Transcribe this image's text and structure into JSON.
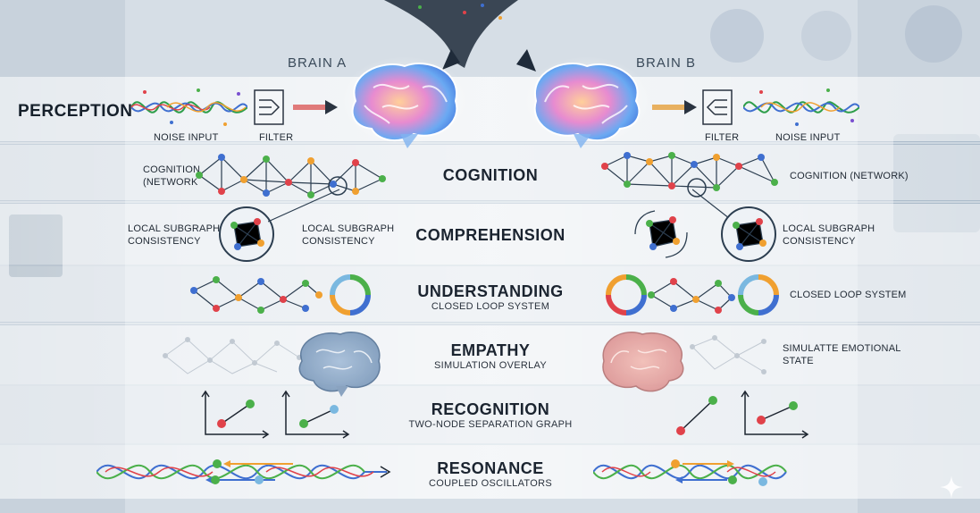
{
  "brains": {
    "a": "BRAIN A",
    "b": "BRAIN B"
  },
  "perception": {
    "title": "PERCEPTION",
    "noise_input": "NOISE INPUT",
    "filter": "FILTER"
  },
  "cognition": {
    "title": "COGNITION",
    "left_label": "COGNITION\n(NETWORK",
    "right_label": "COGNITION (NETWORK)"
  },
  "comprehension": {
    "title": "COMPREHENSION",
    "left_label_1": "LOCAL SUBGRAPH\nCONSISTENCY",
    "left_label_2": "LOCAL SUBGRAPH\nCONSISTENCY",
    "right_label": "LOCAL SUBGRAPH\nCONSISTENCY"
  },
  "understanding": {
    "title": "UNDERSTANDING",
    "subtitle": "CLOSED LOOP SYSTEM",
    "right_label": "CLOSED LOOP SYSTEM"
  },
  "empathy": {
    "title": "EMPATHY",
    "subtitle": "SIMULATION OVERLAY",
    "right_label": "SIMULATTE EMOTIONAL\nSTATE"
  },
  "recognition": {
    "title": "RECOGNITION",
    "subtitle": "TWO-NODE SEPARATION GRAPH"
  },
  "resonance": {
    "title": "RESONANCE",
    "subtitle": "COUPLED OSCILLATORS"
  },
  "colors": {
    "accent_blue": "#3f6fd0",
    "accent_green": "#4bb04a",
    "accent_red": "#e0424a",
    "accent_orange": "#f0a030",
    "node_dark": "#2c3e50"
  },
  "icons": [
    "brain-icon",
    "filter-icon",
    "closed-loop-icon",
    "graph-icon",
    "sparkle-icon"
  ]
}
